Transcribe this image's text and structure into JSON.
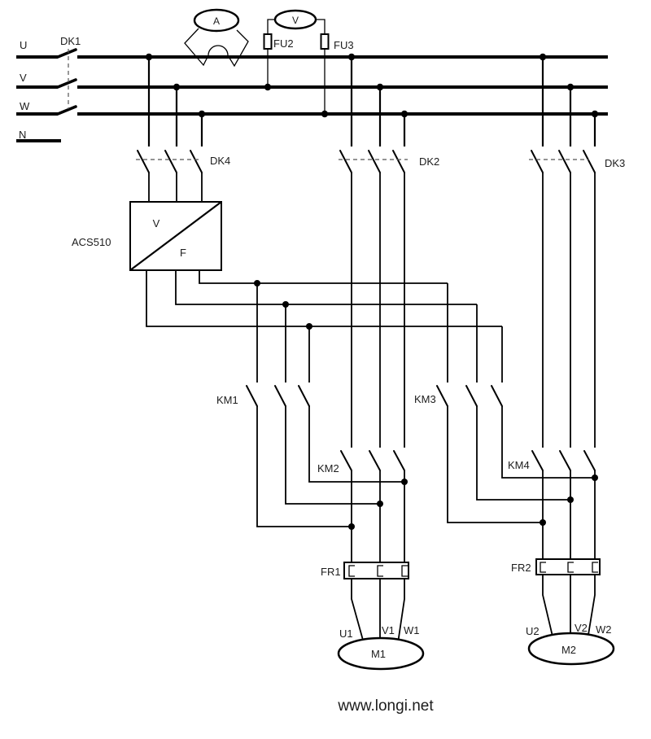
{
  "diagram": {
    "phases": {
      "u": "U",
      "v": "V",
      "w": "W",
      "n": "N"
    },
    "switches": {
      "dk1": "DK1",
      "dk2": "DK2",
      "dk3": "DK3",
      "dk4": "DK4"
    },
    "contactors": {
      "km1": "KM1",
      "km2": "KM2",
      "km3": "KM3",
      "km4": "KM4"
    },
    "fuses": {
      "fu2": "FU2",
      "fu3": "FU3"
    },
    "overloads": {
      "fr1": "FR1",
      "fr2": "FR2"
    },
    "meters": {
      "ammeter": "A",
      "voltmeter": "V"
    },
    "drive": {
      "name": "ACS510",
      "v": "V",
      "f": "F"
    },
    "motors": {
      "m1": {
        "name": "M1",
        "terminals": [
          "U1",
          "V1",
          "W1"
        ]
      },
      "m2": {
        "name": "M2",
        "terminals": [
          "U2",
          "V2",
          "W2"
        ]
      }
    },
    "watermark": "www.longi.net",
    "colors": {
      "line": "#000000",
      "text": "#1c1c1c",
      "background": "#ffffff"
    }
  }
}
